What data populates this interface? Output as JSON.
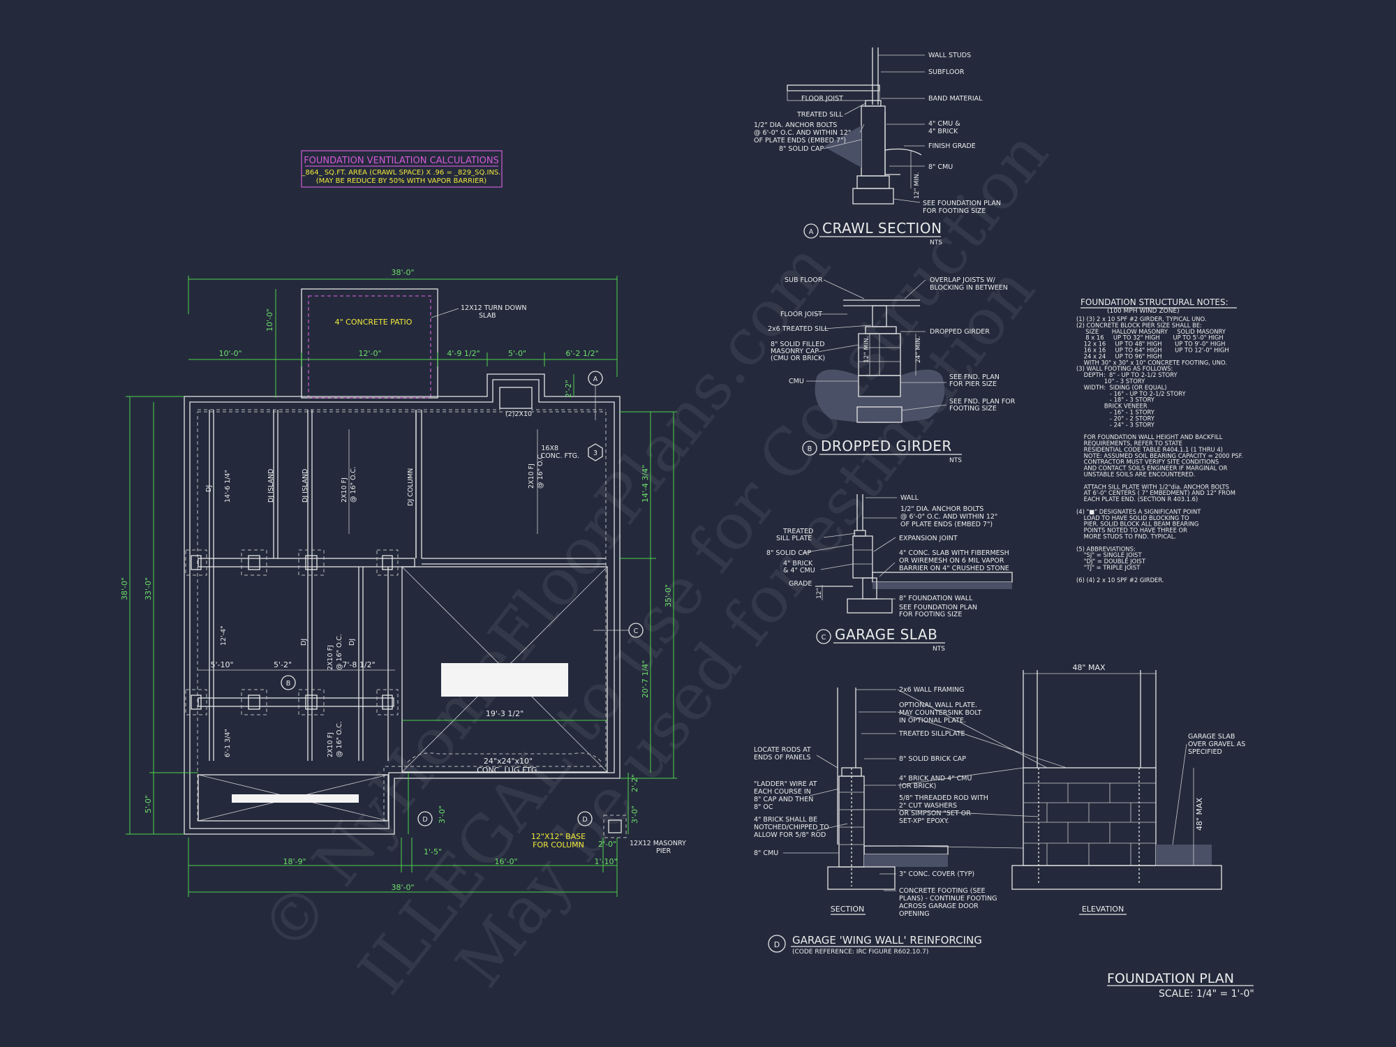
{
  "watermark": {
    "line1": "© NyHomeFloorPlans.com",
    "line2": "ILLEGAL to use for Construction",
    "line3": "May be used for estimation"
  },
  "ventilation": {
    "title": "FOUNDATION VENTILATION CALCULATIONS",
    "line1": "_864_ SQ.FT. AREA (CRAWL SPACE) X .96 = _829_SQ.INS.",
    "line2": "(MAY BE REDUCE BY 50% WITH VAPOR BARRIER)"
  },
  "plan": {
    "dims": {
      "top": "38'-0\"",
      "patio_depth": "10'-0\"",
      "seg1": "10'-0\"",
      "seg2": "12'-0\"",
      "seg3": "4'-9 1/2\"",
      "seg4": "5'-0\"",
      "seg5": "6'-2 1/2\"",
      "bump": "2'-2\"",
      "left_total": "38'-0\"",
      "left_main": "33'-0\"",
      "left_low": "5'-0\"",
      "right_upper": "14'-4 3/4\"",
      "right_total": "35'-0\"",
      "right_lower": "20'-7 1/4\"",
      "right_a": "2'-2\"",
      "right_b": "3'-0\"",
      "bot1": "18'-9\"",
      "bot2": "16'-0\"",
      "bot_small": "1'-5\"",
      "bot_small2": "2'-0\"",
      "bot_small3": "1'-10\"",
      "bot_total": "38'-0\"",
      "room_a": "14'-6 1/4\"",
      "room_b": "12'-4\"",
      "room_c": "6'-1 3/4\"",
      "mid1": "5'-10\"",
      "mid2": "5'-2\"",
      "mid3": "7'-8 1/2\"",
      "garage_w": "19'-3 1/2\"",
      "small_v": "3'-0\""
    },
    "labels": {
      "patio": "4\" CONCRETE PATIO",
      "turn_down_1": "12X12 TURN DOWN",
      "turn_down_2": "SLAB",
      "lintel": "(2)2X10",
      "ftg_1": "16X8",
      "ftg_2": "CONC. FTG.",
      "dj": "DJ",
      "dj_island": "DJ ISLAND",
      "dj_island2": "DJ ISLAND",
      "fj1_a": "2X10 FJ",
      "fj1_b": "@ 16\" O.C.",
      "dj_column": "DJ COLUMN",
      "fj2_a": "2X10 FJ",
      "fj2_b": "@ 16\" O.C.",
      "fj3_a": "2X10 FJ",
      "fj3_b": "@ 16\" O.C.",
      "lug_1": "24\"x24\"x10\"",
      "lug_2": "CONC. LUG FTG.",
      "base_1": "12\"X12\" BASE",
      "base_2": "FOR COLUMN",
      "pier_1": "12X12 MASONRY",
      "pier_2": "PIER"
    },
    "tags": {
      "a": "A",
      "b": "B",
      "c": "C",
      "d": "D",
      "n3": "3"
    }
  },
  "crawl": {
    "title": "CRAWL SECTION",
    "letter": "A",
    "nts": "NTS",
    "labels": [
      "WALL STUDS",
      "SUBFLOOR",
      "FLOOR JOIST",
      "BAND MATERIAL",
      "TREATED SILL",
      "1/2\" DIA. ANCHOR BOLTS",
      "@ 6'-0\" O.C. AND WITHIN 12\"",
      "OF PLATE ENDS (EMBED 7\")",
      "8\" SOLID CAP",
      "4\" CMU &",
      "4\" BRICK",
      "FINISH GRADE",
      "8\" CMU",
      "12\" MIN.",
      "SEE FOUNDATION PLAN",
      "FOR FOOTING SIZE"
    ]
  },
  "girder": {
    "title": "DROPPED GIRDER",
    "letter": "B",
    "nts": "NTS",
    "labels": [
      "SUB FLOOR",
      "OVERLAP JOISTS W/",
      "BLOCKING IN BETWEEN",
      "FLOOR JOIST",
      "2x6 TREATED SILL",
      "DROPPED GIRDER",
      "8\" SOLID FILLED",
      "MASONRY CAP",
      "(CMU OR BRICK)",
      "12\" MIN.",
      "24\" MIN.",
      "CMU",
      "SEE FND. PLAN",
      "FOR PIER SIZE",
      "SEE FND. PLAN FOR",
      "FOOTING SIZE"
    ]
  },
  "garage": {
    "title": "GARAGE SLAB",
    "letter": "C",
    "nts": "NTS",
    "labels": [
      "WALL",
      "1/2\" DIA. ANCHOR BOLTS",
      "@ 6'-0\" O.C. AND WITHIN 12\"",
      "OF PLATE ENDS (EMBED 7\")",
      "TREATED",
      "SILL PLATE",
      "EXPANSION JOINT",
      "8\" SOLID CAP",
      "4\" BRICK",
      "& 4\" CMU",
      "4\" CONC. SLAB WITH FIBERMESH",
      "OR WIREMESH ON 6 MIL VAPOR",
      "BARRIER ON 4\" CRUSHED STONE",
      "GRADE",
      "12\"",
      "8\" FOUNDATION WALL",
      "SEE FOUNDATION PLAN",
      "FOR FOOTING SIZE"
    ]
  },
  "wing": {
    "title": "GARAGE 'WING WALL' REINFORCING",
    "letter": "D",
    "subtitle": "(CODE REFERENCE: IRC FIGURE R602.10.7)",
    "max_top": "48\" MAX",
    "max_side": "48\" MAX",
    "section": "SECTION",
    "elevation": "ELEVATION",
    "labels": [
      "2x6 WALL FRAMING",
      "OPTIONAL WALL PLATE.",
      "MAY COUNTERSINK BOLT",
      "IN OPTIONAL PLATE.",
      "TREATED SILLPLATE",
      "LOCATE RODS AT",
      "ENDS OF PANELS",
      "8\" SOLID BRICK CAP",
      "\"LADDER\" WIRE AT",
      "EACH COURSE IN",
      "8\" CAP AND THEN",
      "8\" OC",
      "4\" BRICK AND 4\" CMU",
      "(OR BRICK)",
      "5/8\" THREADED ROD WITH",
      "2\" CUT WASHERS",
      "OR SIMPSON \"SET OR",
      "SET-XP\" EPOXY.",
      "4\" BRICK SHALL BE",
      "NOTCHED/CHIPPED TO",
      "ALLOW FOR 5/8\" ROD",
      "8\" CMU",
      "3\" CONC. COVER (TYP)",
      "CONCRETE FOOTING (SEE",
      "PLANS) - CONTINUE FOOTING",
      "ACROSS GARAGE DOOR",
      "OPENING",
      "GARAGE SLAB",
      "OVER GRAVEL AS",
      "SPECIFIED"
    ]
  },
  "notes": {
    "title": "FOUNDATION STRUCTURAL NOTES:",
    "subtitle": "(100 MPH WIND ZONE)",
    "lines": [
      "(1) (3) 2 x 10 SPF #2 GIRDER, TYPICAL UNO.",
      "(2) CONCRETE BLOCK PIER SIZE SHALL BE:",
      "     SIZE       HALLOW MASONRY     SOLID MASONRY",
      "     8 x 16     UP TO 32\" HIGH       UP TO 5'-0\" HIGH",
      "    12 x 16     UP TO 48\" HIGH       UP TO 9'-0\" HIGH",
      "    16 x 16     UP TO 64\" HIGH       UP TO 12'-0\" HIGH",
      "    24 x 24     UP TO 96\" HIGH",
      "    WITH 30\" x 30\" x 10\" CONCRETE FOOTING, UNO.",
      "(3) WALL FOOTING AS FOLLOWS:",
      "    DEPTH:  8\" - UP TO 2-1/2 STORY",
      "               10\" - 3 STORY",
      "    WIDTH:  SIDING (OR EQUAL)",
      "                  - 16\" - UP TO 2-1/2 STORY",
      "                  - 18\" - 3 STORY",
      "               BRICK VENEER",
      "                  - 16\" - 1 STORY",
      "                  - 20\" - 2 STORY",
      "                  - 24\" - 3 STORY",
      "",
      "    FOR FOUNDATION WALL HEIGHT AND BACKFILL",
      "    REQUIREMENTS, REFER TO STATE",
      "    RESIDENTIAL CODE TABLE R404.1.1 (1 THRU 4)",
      "    NOTE: ASSUMED SOIL BEARING CAPACITY = 2000 PSF.",
      "    CONTRACTOR MUST VERIFY SITE CONDITIONS",
      "    AND CONTACT SOILS ENGINEER IF MARGINAL OR",
      "    UNSTABLE SOILS ARE ENCOUNTERED.",
      "",
      "    ATTACH SILL PLATE WITH 1/2\"dia. ANCHOR BOLTS",
      "    AT 6'-0\" CENTERS ( 7\" EMBEDMENT) AND 12\" FROM",
      "    EACH PLATE END. (SECTION R 403.1.6)",
      "",
      "(4) \"■\" DESIGNATES A SIGNIFICANT POINT",
      "    LOAD TO HAVE SOLID BLOCKING TO",
      "    PIER. SOLID BLOCK ALL BEAM BEARING",
      "    POINTS NOTED TO HAVE THREE OR",
      "    MORE STUDS TO FND. TYPICAL.",
      "",
      "(5) ABBREVIATIONS:",
      "    \"SJ\" = SINGLE JOIST",
      "    \"DJ\" = DOUBLE JOIST",
      "    \"TJ\" = TRIPLE JOIST",
      "",
      "(6) (4) 2 x 10 SPF #2 GIRDER."
    ]
  },
  "sheet": {
    "title": "FOUNDATION PLAN",
    "scale": "SCALE: 1/4\" = 1'-0\""
  }
}
